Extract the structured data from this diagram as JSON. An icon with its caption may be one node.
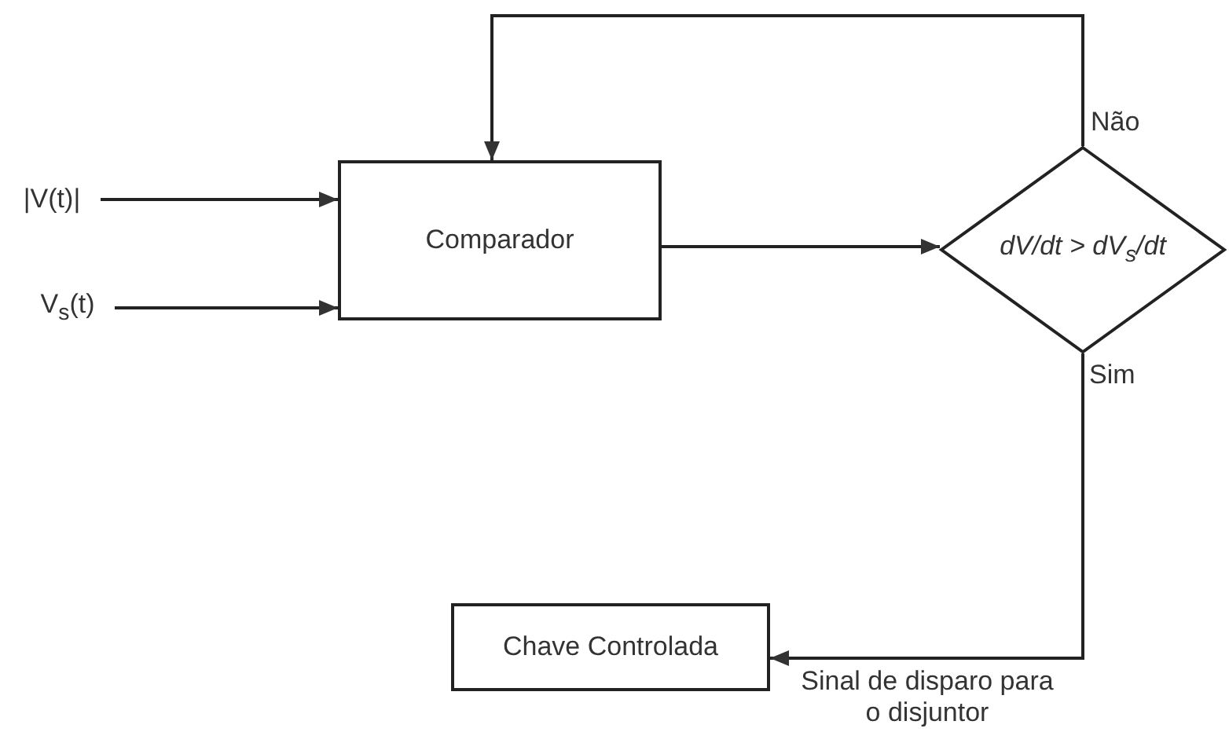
{
  "diagram": {
    "nodes": [
      {
        "text": [
          "|V(t)|"
        ]
      },
      {
        "text": [
          "V$_{s}$(t)"
        ]
      },
      {
        "text": [
          "Comparador"
        ]
      },
      {
        "text": [
          "dV/dt > dV$_{s}$/dt"
        ]
      },
      {
        "text": [
          "Chave Controlada"
        ]
      }
    ],
    "edges": [
      {
        "from": 0,
        "to": 2,
        "arrow": "to"
      },
      {
        "from": 1,
        "to": 2,
        "arrow": "to"
      },
      {
        "from": 2,
        "to": 3,
        "arrow": "to"
      },
      {
        "from": 3,
        "to": 2,
        "arrow": "to",
        "label": "Não"
      },
      {
        "from": 3,
        "to": 4,
        "arrow": "to",
        "label": "Sim"
      }
    ],
    "labels": [
      "Sinal de disparo para o disjuntor"
    ]
  }
}
